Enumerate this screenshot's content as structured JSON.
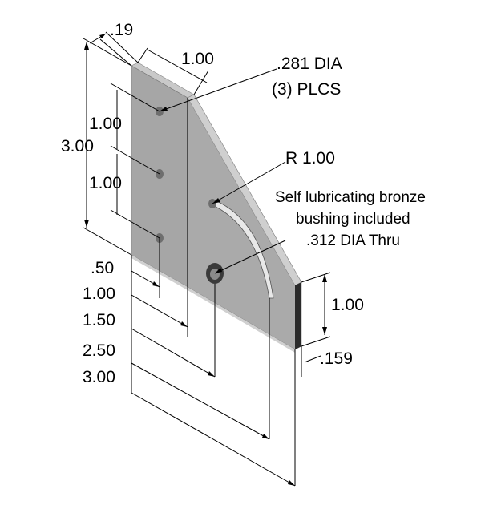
{
  "labels": {
    "thickness": ".19",
    "top_width": "1.00",
    "hole_note_line1": ".281 DIA",
    "hole_note_line2": "(3) PLCS",
    "hole_spacing_upper": "1.00",
    "overall_height": "3.00",
    "hole_spacing_lower": "1.00",
    "slot_radius": "R 1.00",
    "bushing_line1": "Self lubricating bronze",
    "bushing_line2": "bushing included",
    "bushing_line3": ".312 DIA Thru",
    "right_edge_height": "1.00",
    "right_edge_thickness": ".159",
    "offset_050": ".50",
    "offset_100": "1.00",
    "offset_150": "1.50",
    "offset_250": "2.50",
    "offset_300": "3.00"
  },
  "colors": {
    "front_face": "#a9a9a9",
    "top_face": "#c4c4c4",
    "edge_face": "#d6d6d6",
    "dark_edge": "#2a2a2a",
    "hole": "#6e6e6e"
  }
}
